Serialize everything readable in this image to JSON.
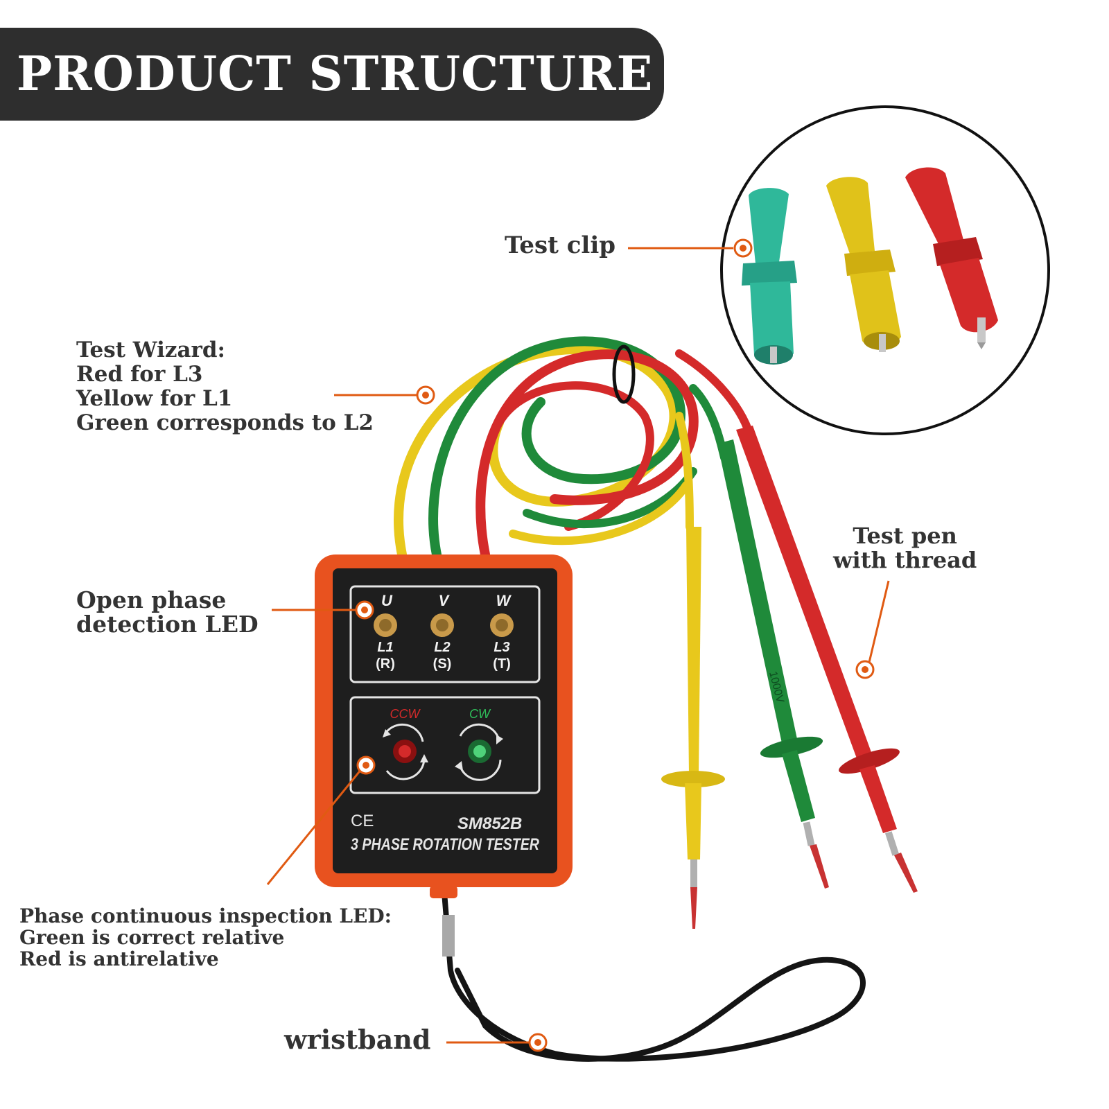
{
  "title": "PRODUCT STRUCTURE",
  "colors": {
    "banner": "#2e2e2e",
    "leader": "#e05a12",
    "case_orange": "#e8521f",
    "panel_black": "#1e1e1e",
    "wire_red": "#d42a2a",
    "wire_yellow": "#e8c81c",
    "wire_green": "#1f8a3a",
    "clip_teal": "#2fb89a"
  },
  "callouts": {
    "test_clip": {
      "lines": [
        "Test clip"
      ]
    },
    "test_wizard": {
      "lines": [
        "Test Wizard:",
        "Red for L3",
        "Yellow for L1",
        "Green corresponds to L2"
      ]
    },
    "test_pen": {
      "lines": [
        "Test pen",
        "with thread"
      ]
    },
    "open_phase_led": {
      "lines": [
        "Open phase",
        "detection LED"
      ]
    },
    "phase_continuous_led": {
      "lines": [
        "Phase continuous inspection LED:",
        "Green is correct relative",
        "Red is antirelative"
      ]
    },
    "wristband": {
      "lines": [
        "wristband"
      ]
    }
  },
  "device": {
    "leds": [
      {
        "top": "U",
        "phase": "L1",
        "code": "(R)"
      },
      {
        "top": "V",
        "phase": "L2",
        "code": "(S)"
      },
      {
        "top": "W",
        "phase": "L3",
        "code": "(T)"
      }
    ],
    "ccw_label": "CCW",
    "cw_label": "CW",
    "ce_mark": "CE",
    "model": "SM852B",
    "name": "3 PHASE ROTATION TESTER",
    "pen_rating": "1000V"
  },
  "icons": {
    "ccw_led": "red-led-with-rotation-arrows-icon",
    "cw_led": "green-led-with-rotation-arrows-icon"
  }
}
